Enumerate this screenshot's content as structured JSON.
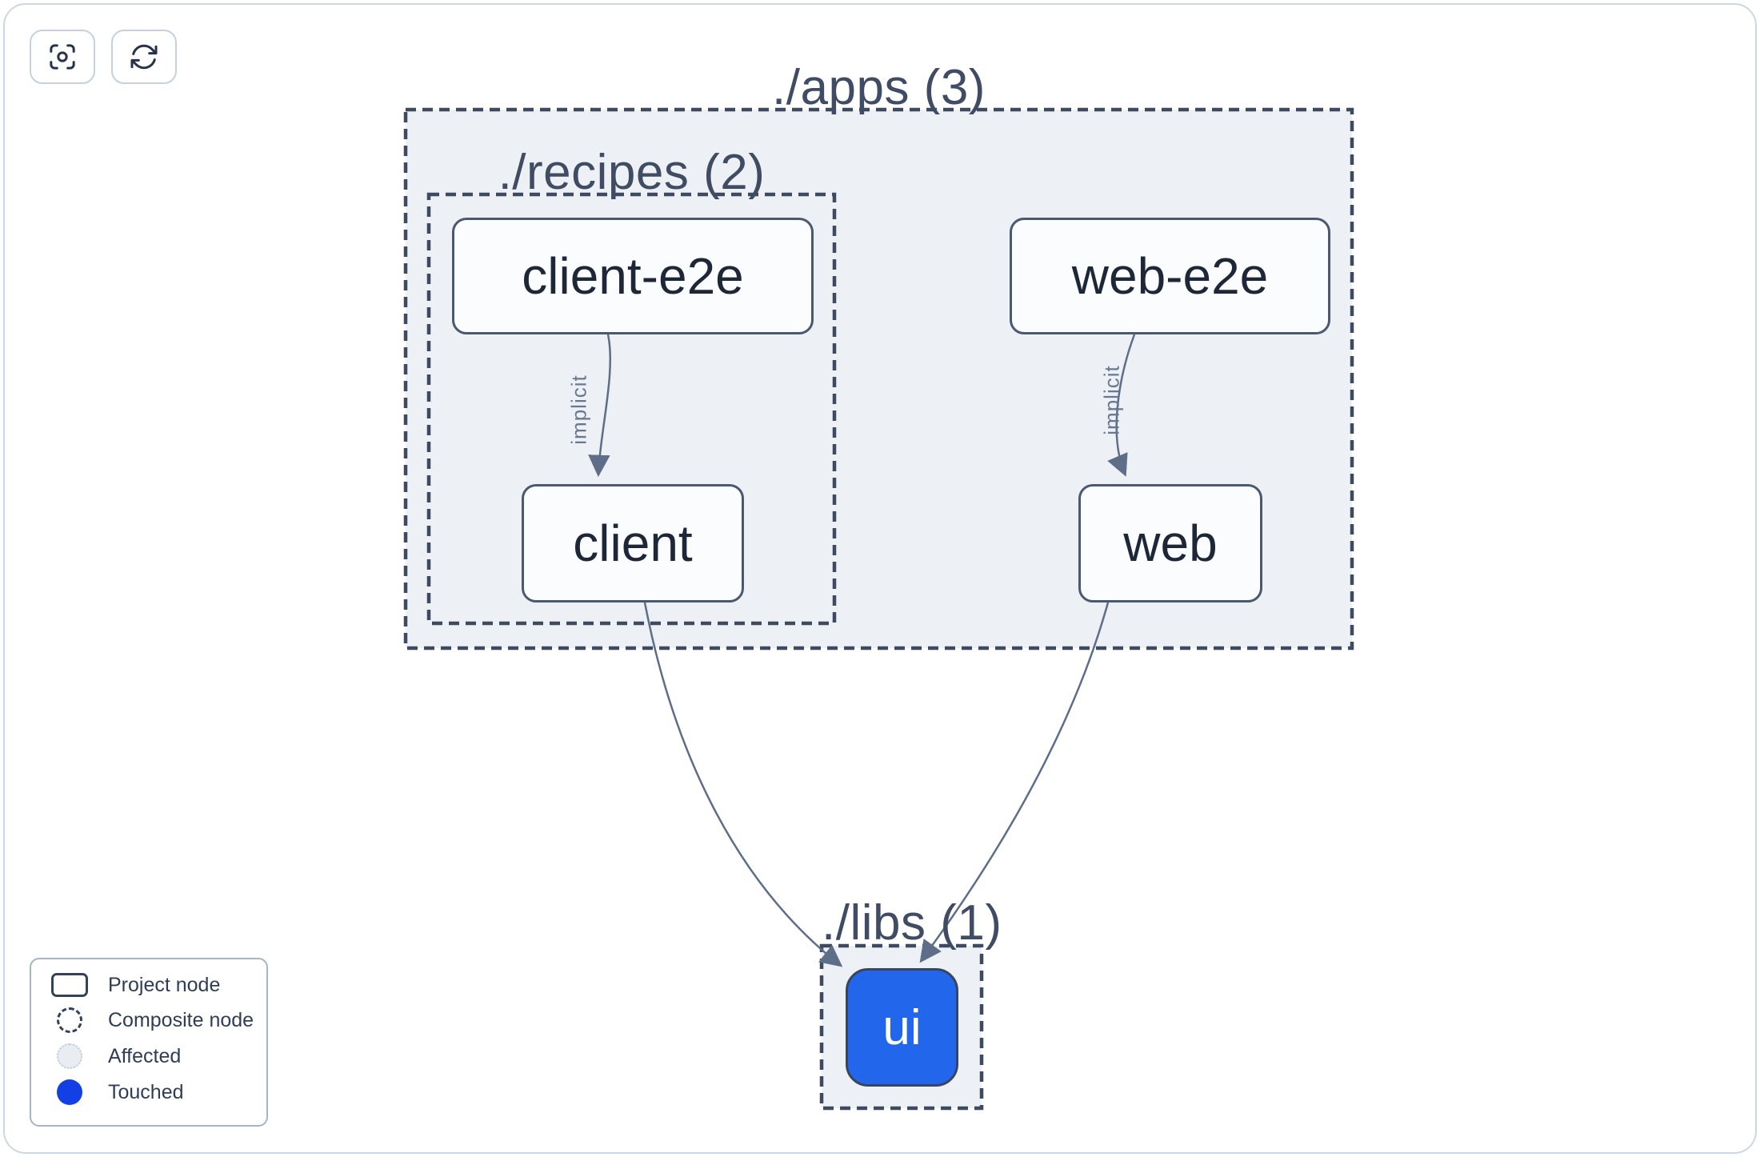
{
  "toolbar": {
    "buttons": [
      {
        "name": "focus",
        "icon": "focus-icon"
      },
      {
        "name": "refresh",
        "icon": "refresh-icon"
      }
    ]
  },
  "graph": {
    "groups": [
      {
        "id": "apps",
        "label": "./apps (3)"
      },
      {
        "id": "recipes",
        "label": "./recipes (2)"
      },
      {
        "id": "libs",
        "label": "./libs (1)"
      }
    ],
    "nodes": [
      {
        "id": "client-e2e",
        "label": "client-e2e",
        "state": "default"
      },
      {
        "id": "web-e2e",
        "label": "web-e2e",
        "state": "default"
      },
      {
        "id": "client",
        "label": "client",
        "state": "default"
      },
      {
        "id": "web",
        "label": "web",
        "state": "default"
      },
      {
        "id": "ui",
        "label": "ui",
        "state": "touched"
      }
    ],
    "edges": [
      {
        "from": "client-e2e",
        "to": "client",
        "type": "implicit",
        "label": "implicit"
      },
      {
        "from": "web-e2e",
        "to": "web",
        "type": "implicit",
        "label": "implicit"
      },
      {
        "from": "client",
        "to": "ui",
        "type": "static",
        "label": ""
      },
      {
        "from": "web",
        "to": "ui",
        "type": "static",
        "label": ""
      }
    ]
  },
  "legend": {
    "items": [
      {
        "label": "Project node",
        "swatch": "project-node"
      },
      {
        "label": "Composite node",
        "swatch": "composite-node"
      },
      {
        "label": "Affected",
        "swatch": "affected"
      },
      {
        "label": "Touched",
        "swatch": "touched"
      }
    ]
  },
  "colors": {
    "touched_node_blue": "#2166eb",
    "legend_touched_blue": "#1240e4",
    "container_fill": "#edf0f5",
    "dashed_border": "#3e4a5f",
    "node_border": "#4a5870",
    "node_text": "#1d2737",
    "group_title": "#3f4c63",
    "edge": "#5e6e88",
    "edge_label": "#68788f",
    "canvas_frame": "#ccd7e3"
  }
}
